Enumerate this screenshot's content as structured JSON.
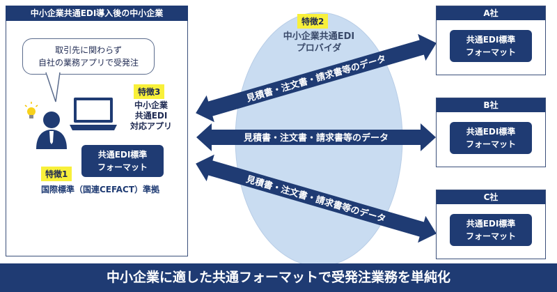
{
  "sme_panel": {
    "title": "中小企業共通EDI導入後の中小企業",
    "bubble_line1": "取引先に関わらず",
    "bubble_line2": "自社の業務アプリで受発注",
    "feature3_tag": "特徴3",
    "app_line1": "中小企業",
    "app_line2": "共通EDI",
    "app_line3": "対応アプリ",
    "format_line1": "共通EDI標準",
    "format_line2": "フォーマット",
    "feature1_tag": "特徴1",
    "standard_label": "国際標準（国連CEFACT）準拠"
  },
  "provider": {
    "feature2_tag": "特徴2",
    "line1": "中小企業共通EDI",
    "line2": "プロバイダ"
  },
  "arrows": {
    "label_top": "見積書・注文書・請求書等のデータ",
    "label_middle": "見積書・注文書・請求書等のデータ",
    "label_bottom": "見積書・注文書・請求書等のデータ"
  },
  "companies": [
    {
      "title": "A社",
      "line1": "共通EDI標準",
      "line2": "フォーマット"
    },
    {
      "title": "B社",
      "line1": "共通EDI標準",
      "line2": "フォーマット"
    },
    {
      "title": "C社",
      "line1": "共通EDI標準",
      "line2": "フォーマット"
    }
  ],
  "banner": {
    "text": "中小企業に適した共通フォーマットで受発注業務を単純化"
  },
  "colors": {
    "navy": "#1f3b73",
    "highlight_yellow": "#f8f03a",
    "provider_ellipse": "#c9dcf1"
  },
  "icons": [
    "lightbulb-icon",
    "person-icon",
    "laptop-icon"
  ]
}
